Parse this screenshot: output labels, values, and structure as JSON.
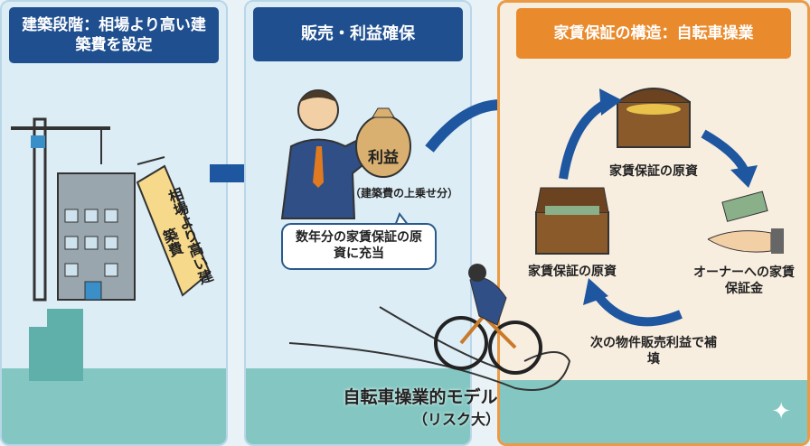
{
  "panel1": {
    "header": "建築段階：相場より高い建築費を設定",
    "tag": "相場より高い建築費"
  },
  "panel2": {
    "header": "販売・利益確保",
    "bag": "利益",
    "bag_note": "（建築費の上乗せ分）",
    "bubble": "数年分の家賃保証の原資に充当"
  },
  "panel3": {
    "header": "家賃保証の構造：自転車操業",
    "top_label": "家賃保証の原資",
    "left_label": "家賃保証の原資",
    "right_label": "オーナーへの家賃保証金",
    "bottom_label": "次の物件販売利益で補填"
  },
  "footer": {
    "title": "自転車操業的モデル",
    "note": "（リスク大）"
  },
  "colors": {
    "header_blue": "#1f4f8f",
    "header_orange": "#e98b2d",
    "arrow": "#1e56a0"
  }
}
